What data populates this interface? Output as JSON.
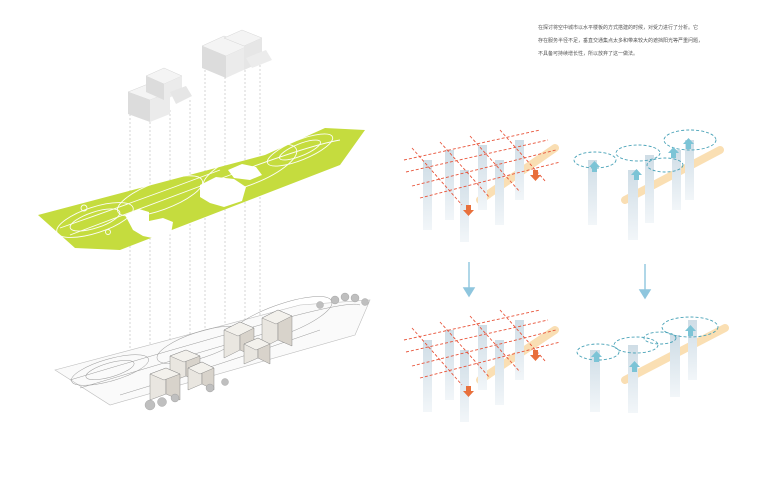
{
  "caption": {
    "lines": [
      "在探讨将空中城市以水平楼板的方式搭建的时候，对受力进行了分析。它",
      "存在服务半径不足，垂直交通集点太多和带来较大的遮挡阳光等严重问题，",
      "不具备可持续增长性，所以放弃了这一做法。"
    ]
  },
  "colors": {
    "green_plane": "#c5dc3e",
    "red_dash": "#e8543a",
    "blue_dash": "#4aa3b8",
    "arrow_blue": "#8fc6de",
    "arrow_red": "#e8703c",
    "arrow_cyan": "#7cc4d6",
    "tower": "#e4edf2",
    "sun_band": "#f9d9a6"
  },
  "icons": {
    "down_arrow": "down-arrow-icon",
    "up_arrow": "up-arrow-icon"
  }
}
